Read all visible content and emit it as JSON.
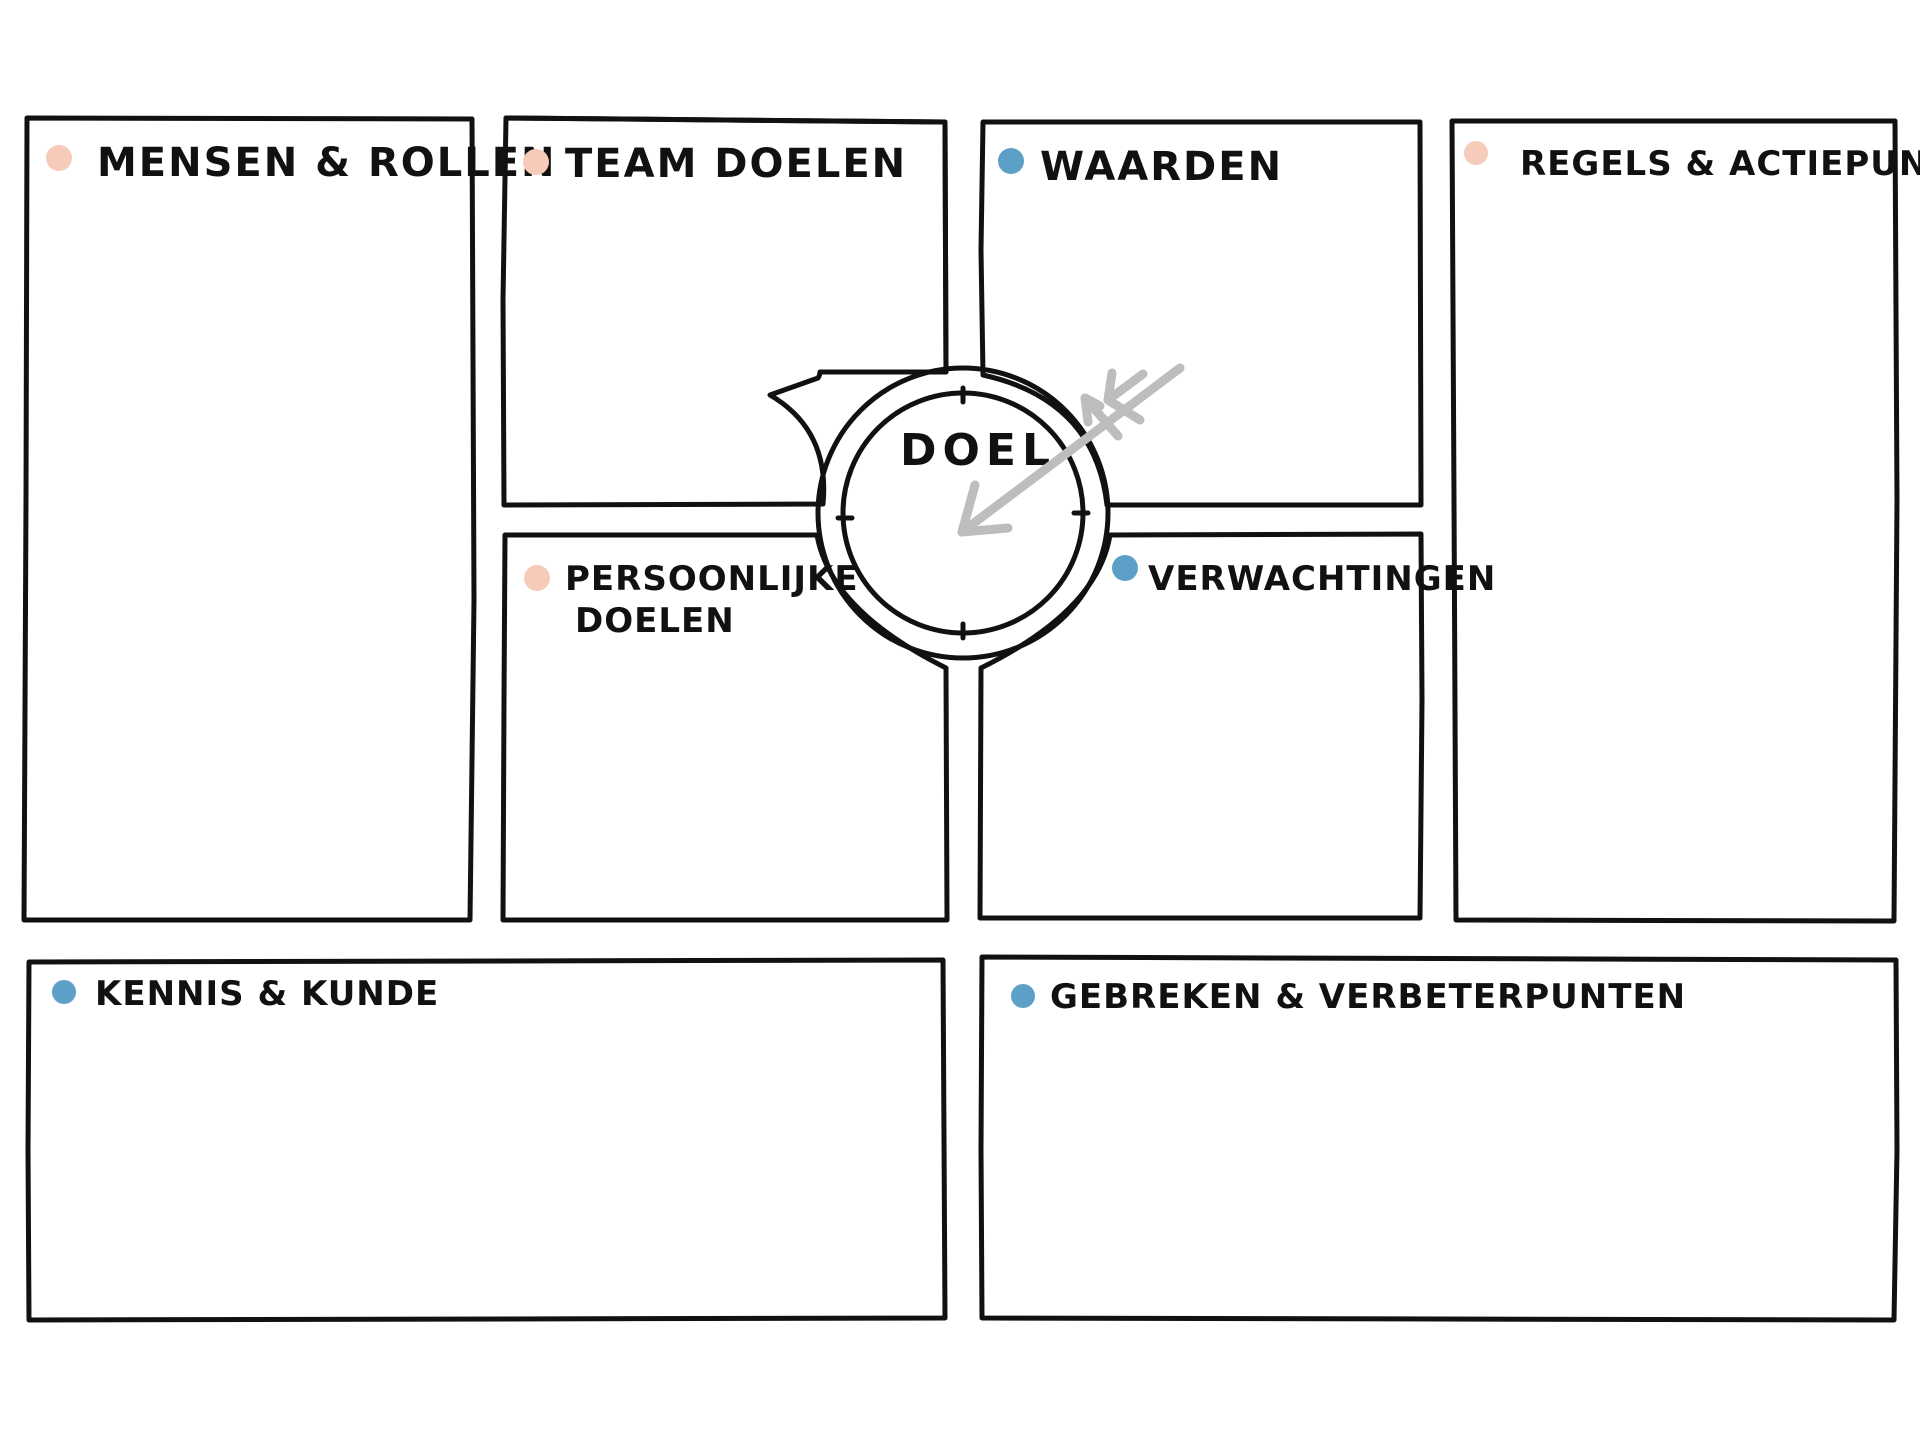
{
  "colors": {
    "ink": "#111111",
    "peach_dot": "#f7cbb9",
    "blue_dot": "#5c9fc7",
    "arrow": "#bdbdbd"
  },
  "boxes": {
    "mensen_rollen": {
      "label": "MENSEN & ROLLEN",
      "dot": "peach"
    },
    "team_doelen": {
      "label": "TEAM DOELEN",
      "dot": "peach"
    },
    "waarden": {
      "label": "WAARDEN",
      "dot": "blue"
    },
    "regels_actiepunten": {
      "label": "REGELS & ACTIEPUNTEN",
      "dot": "peach"
    },
    "persoonlijke_doelen": {
      "label_line1": "PERSOONLIJKE",
      "label_line2": "DOELEN",
      "dot": "peach"
    },
    "verwachtingen": {
      "label": "VERWACHTINGEN",
      "dot": "blue"
    },
    "kennis_kunde": {
      "label": "KENNIS & KUNDE",
      "dot": "blue"
    },
    "gebreken_verbeterpunten": {
      "label": "GEBREKEN & VERBETERPUNTEN",
      "dot": "blue"
    }
  },
  "center": {
    "label": "DOEL",
    "icon": "arrow-target-icon"
  }
}
